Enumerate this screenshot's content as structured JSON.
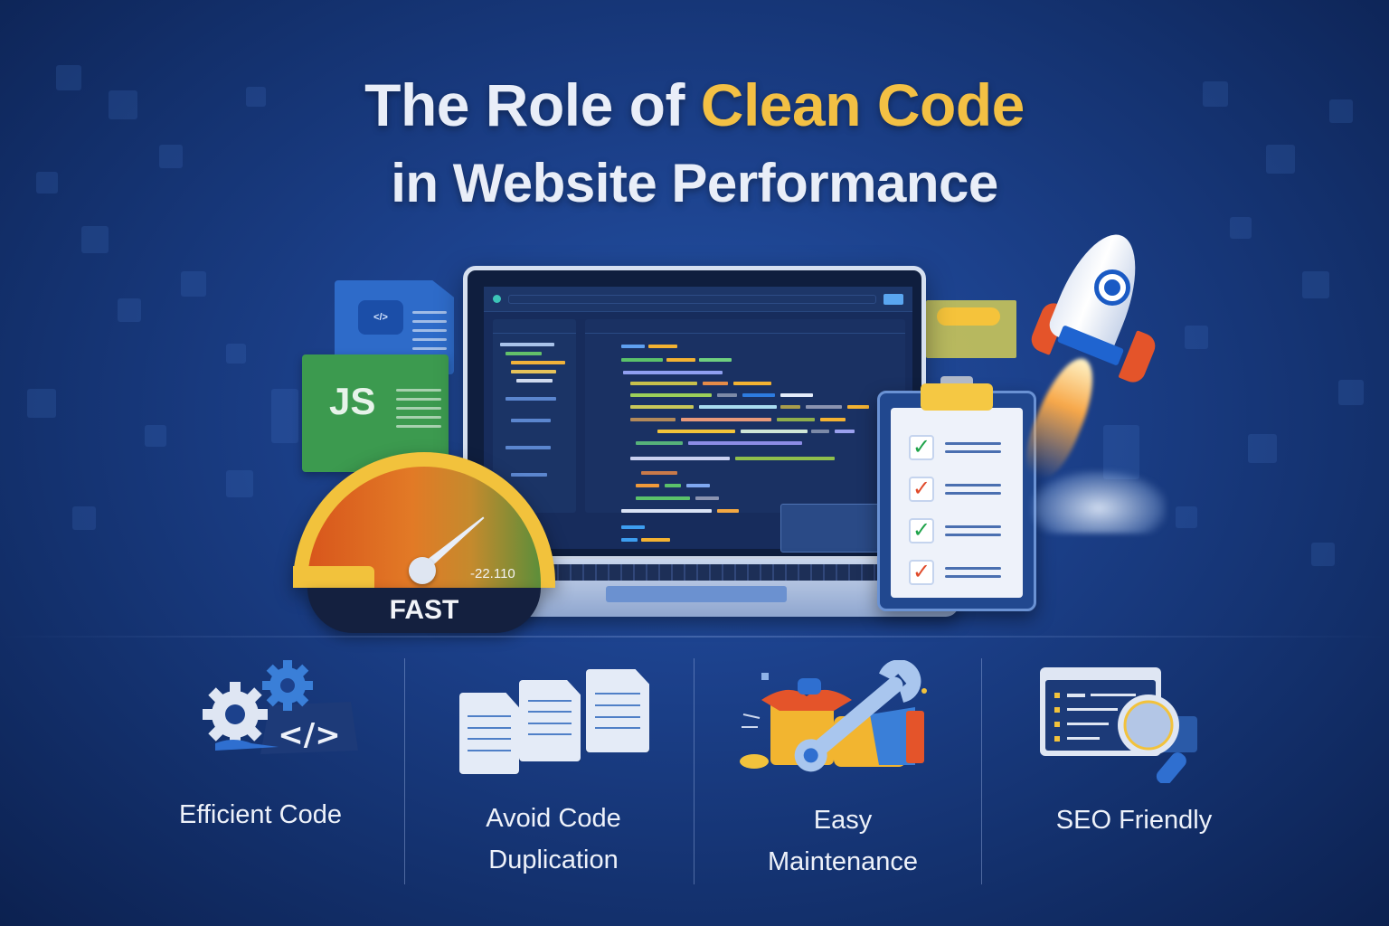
{
  "header": {
    "title_line1_prefix": "The Role of ",
    "title_line1_accent": "Clean Code",
    "title_line2": "in Website Performance",
    "accent_color": "#f3c044",
    "title_color": "#e9eef8"
  },
  "hero": {
    "file_icons": [
      {
        "name": "html-file",
        "label": "</>",
        "color": "#2e6bc9"
      },
      {
        "name": "js-file",
        "label": "JS",
        "color": "#3c9a4f"
      }
    ],
    "gauge": {
      "value": "-22.110",
      "label": "FAST",
      "needle_angle_deg": 50
    },
    "laptop": {
      "screen_bg": "#172c5c",
      "content": "code-editor"
    },
    "checklist": {
      "items": [
        {
          "check_color": "#1fa34a"
        },
        {
          "check_color": "#e04a2a"
        },
        {
          "check_color": "#1fa34a"
        },
        {
          "check_color": "#e04a2a"
        }
      ]
    },
    "rocket": {
      "body_color": "#ffffff",
      "accent_color": "#1f64d0",
      "fin_color": "#e4542a"
    }
  },
  "features": [
    {
      "id": "efficient-code",
      "icon": "gears-code-icon",
      "label_line1": "Efficient Code",
      "label_line2": ""
    },
    {
      "id": "avoid-duplication",
      "icon": "documents-icon",
      "label_line1": "Avoid Code",
      "label_line2": "Duplication"
    },
    {
      "id": "easy-maintenance",
      "icon": "wrench-toolbox-icon",
      "label_line1": "Easy",
      "label_line2": "Maintenance"
    },
    {
      "id": "seo-friendly",
      "icon": "magnifier-page-icon",
      "label_line1": "SEO Friendly",
      "label_line2": ""
    }
  ],
  "colors": {
    "background": "#1c418c",
    "background_dark": "#0c2150",
    "text": "#eef2fa"
  }
}
